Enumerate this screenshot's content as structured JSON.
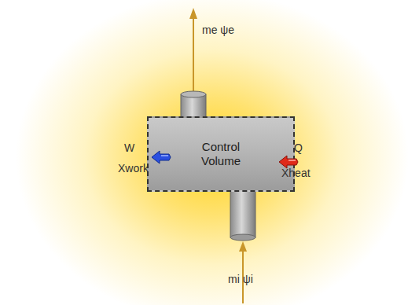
{
  "diagram": {
    "nodes": [
      {
        "text": [
          "Control Volume"
        ]
      }
    ],
    "labels": [
      "me ψe",
      "W",
      "Xwork",
      "Q",
      "Xheat",
      "mi ψi"
    ]
  }
}
